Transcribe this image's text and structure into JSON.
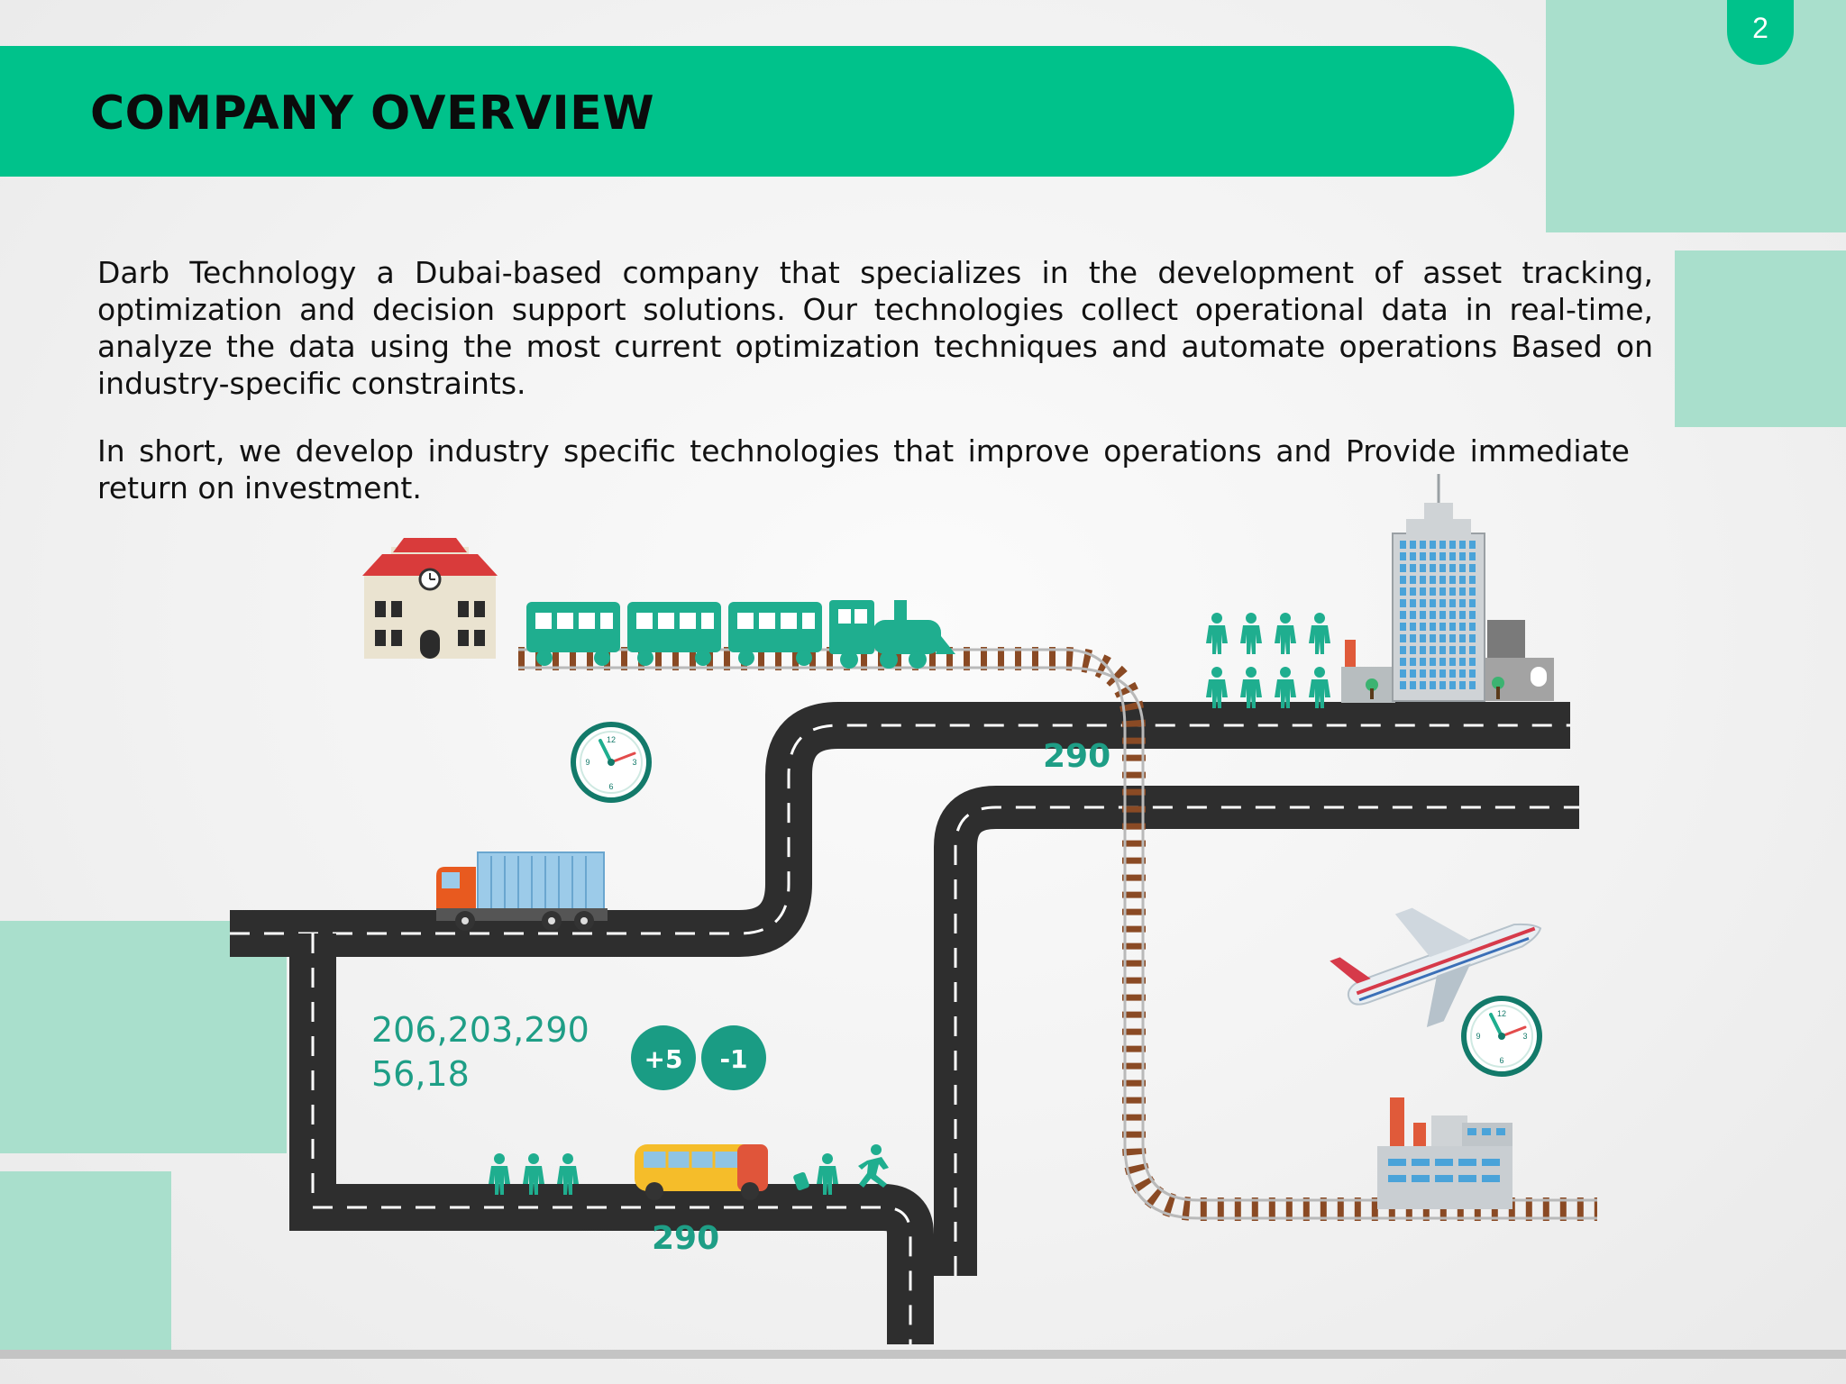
{
  "page_number": "2",
  "header": {
    "title": "COMPANY OVERVIEW"
  },
  "body": {
    "paragraph_1": "Darb Technology a Dubai-based company that specializes in the development of asset tracking, optimization and decision support solutions. Our technologies collect operational data in real-time, analyze the data using the most current optimization techniques and automate operations Based on industry-specific constraints.",
    "paragraph_2": "In short, we develop industry specific technologies that improve operations and Provide immediate return on investment."
  },
  "infographic": {
    "route_number_upper": "290",
    "route_number_lower": "290",
    "counter_line_1": "206,203,290",
    "counter_line_2": "56,18",
    "badge_plus": "+5",
    "badge_minus": "-1",
    "clock_numbers": [
      "12",
      "3",
      "6",
      "9"
    ]
  },
  "colors": {
    "accent": "#00c28b",
    "decor_block": "#a9dfcc",
    "teal_icon": "#1fae8f",
    "road": "#2e2e2e",
    "rail_tie": "#8a4a24"
  }
}
